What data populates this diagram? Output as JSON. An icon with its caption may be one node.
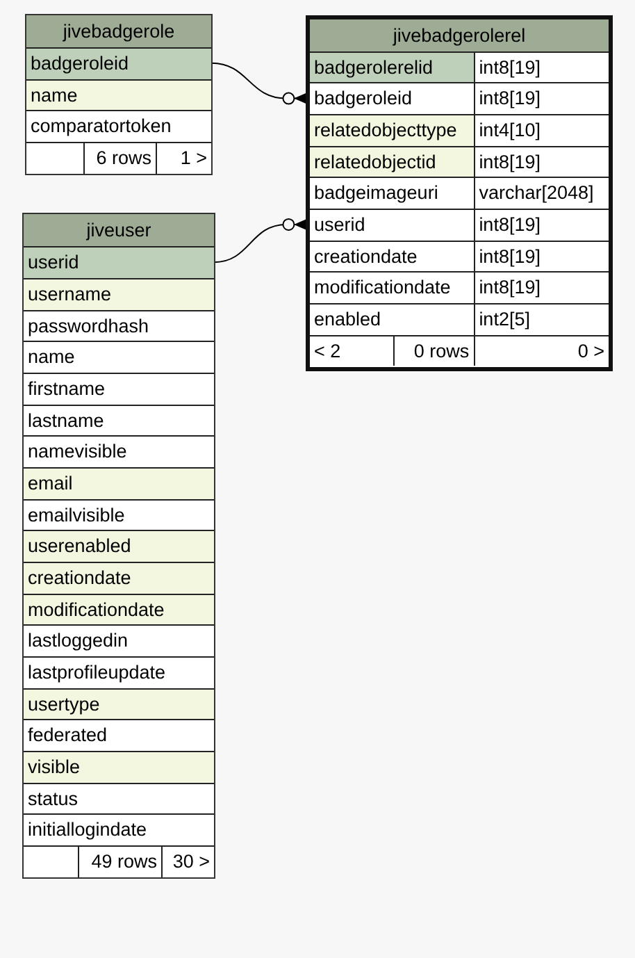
{
  "diagram": {
    "nodes": [
      {
        "text": [
          "jivebadgerole"
        ]
      },
      {
        "text": [
          "badgeroleid"
        ],
        "in": 0
      },
      {
        "text": [
          "name"
        ],
        "in": 0
      },
      {
        "text": [
          "comparatortoken"
        ],
        "in": 0
      },
      {
        "text": [
          "6 rows",
          "1 >"
        ],
        "in": 0
      },
      {
        "text": [
          "jivebadgerolerel"
        ]
      },
      {
        "text": [
          "badgerolerelid",
          "int8[19]"
        ],
        "in": 5
      },
      {
        "text": [
          "badgeroleid",
          "int8[19]"
        ],
        "in": 5
      },
      {
        "text": [
          "relatedobjecttype",
          "int4[10]"
        ],
        "in": 5
      },
      {
        "text": [
          "relatedobjectid",
          "int8[19]"
        ],
        "in": 5
      },
      {
        "text": [
          "badgeimageuri",
          "varchar[2048]"
        ],
        "in": 5
      },
      {
        "text": [
          "userid",
          "int8[19]"
        ],
        "in": 5
      },
      {
        "text": [
          "creationdate",
          "int8[19]"
        ],
        "in": 5
      },
      {
        "text": [
          "modificationdate",
          "int8[19]"
        ],
        "in": 5
      },
      {
        "text": [
          "enabled",
          "int2[5]"
        ],
        "in": 5
      },
      {
        "text": [
          "< 2",
          "0 rows",
          "0 >"
        ],
        "in": 5
      },
      {
        "text": [
          "jiveuser"
        ]
      },
      {
        "text": [
          "userid"
        ],
        "in": 16
      },
      {
        "text": [
          "username"
        ],
        "in": 16
      },
      {
        "text": [
          "passwordhash"
        ],
        "in": 16
      },
      {
        "text": [
          "name"
        ],
        "in": 16
      },
      {
        "text": [
          "firstname"
        ],
        "in": 16
      },
      {
        "text": [
          "lastname"
        ],
        "in": 16
      },
      {
        "text": [
          "namevisible"
        ],
        "in": 16
      },
      {
        "text": [
          "email"
        ],
        "in": 16
      },
      {
        "text": [
          "emailvisible"
        ],
        "in": 16
      },
      {
        "text": [
          "userenabled"
        ],
        "in": 16
      },
      {
        "text": [
          "creationdate"
        ],
        "in": 16
      },
      {
        "text": [
          "modificationdate"
        ],
        "in": 16
      },
      {
        "text": [
          "lastloggedin"
        ],
        "in": 16
      },
      {
        "text": [
          "lastprofileupdate"
        ],
        "in": 16
      },
      {
        "text": [
          "usertype"
        ],
        "in": 16
      },
      {
        "text": [
          "federated"
        ],
        "in": 16
      },
      {
        "text": [
          "visible"
        ],
        "in": 16
      },
      {
        "text": [
          "status"
        ],
        "in": 16
      },
      {
        "text": [
          "initiallogindate"
        ],
        "in": 16
      },
      {
        "text": [
          "49 rows",
          "30 >"
        ],
        "in": 16
      }
    ],
    "edges": [
      {
        "from": 1,
        "to": 7,
        "arrow": "other"
      },
      {
        "from": 17,
        "to": 11,
        "arrow": "other"
      }
    ]
  }
}
